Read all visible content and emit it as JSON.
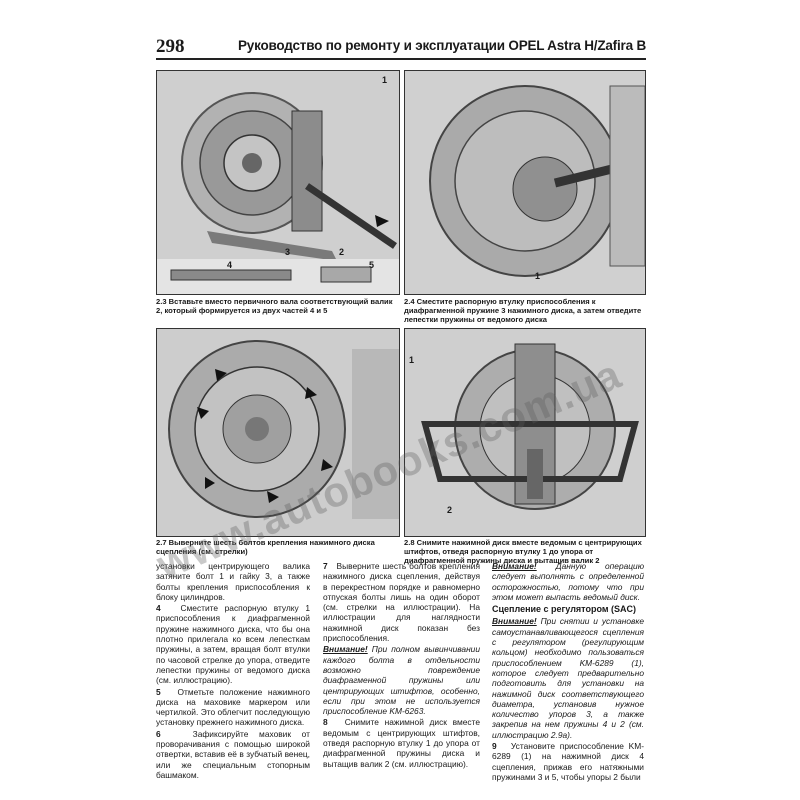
{
  "header": {
    "page_number": "298",
    "title": "Руководство по ремонту и эксплуатации OPEL Astra H/Zafira B"
  },
  "figures": {
    "f1": {
      "labels": [
        "1",
        "2",
        "3",
        "4",
        "5"
      ]
    },
    "f2": {
      "labels": [
        "1"
      ]
    },
    "f3": {
      "labels": []
    },
    "f4": {
      "labels": [
        "1",
        "2"
      ]
    }
  },
  "captions": {
    "c23": "2.3 Вставьте вместо первичного вала соответствующий валик 2, который формируется из двух частей 4 и 5",
    "c24": "2.4 Сместите распорную втулку приспособления к диафрагменной пружине 3 нажимного диска, а затем отведите лепестки пружины от ведомого диска",
    "c27": "2.7 Выверните шесть болтов крепления нажимного диска сцепления (см. стрелки)",
    "c28": "2.8 Снимите нажимной диск вместе ведомым с центрирующих штифтов, отведя распорную втулку 1 до упора от диафрагменной пружины диска и вытащив валик 2"
  },
  "col1": {
    "p1": "установки центрирующего валика затяните болт 1 и гайку 3, а также болты крепления приспособления к блоку цилиндров.",
    "p2_num": "4",
    "p2": "Сместите распорную втулку 1 приспособления к диафрагменной пружине нажимного диска, что бы она плотно прилегала ко всем лепесткам пружины, а затем, вращая болт втулки по часовой стрелке до упора, отведите лепестки пружины от ведомого диска (см. иллюстрацию).",
    "p3_num": "5",
    "p3": "Отметьте положение нажимного диска на маховике маркером или чертилкой. Это облегчит последующую установку прежнего нажимного диска.",
    "p4_num": "6",
    "p4": "Зафиксируйте маховик от проворачивания с помощью широкой отвертки, вставив её в зубчатый венец, или же специальным стопорным башмаком."
  },
  "col2": {
    "p1_num": "7",
    "p1": "Выверните шесть болтов крепления нажимного диска сцепления, действуя в перекрестном порядке и равномерно отпуская болты лишь на один оборот (см. стрелки на иллюстрации). На иллюстрации для наглядности нажимной диск показан без приспособления.",
    "w_label": "Внимание!",
    "w_text": "При полном вывинчивании каждого болта в отдельности возможно повреждение диафрагменной пружины или центрирующих штифтов, особенно, если при этом не используется приспособление KM-6263.",
    "p2_num": "8",
    "p2": "Снимите нажимной диск вместе ведомым с центрирующих штифтов, отведя распорную втулку 1 до упора от диафрагменной пружины диска и вытащив валик 2 (см. иллюстрацию)."
  },
  "col3": {
    "w1_label": "Внимание!",
    "w1_text": "Данную операцию следует выполнять с определенной осторожностью, потому что при этом может выпасть ведомый диск.",
    "heading": "Сцепление с регулятором (SAC)",
    "w2_label": "Внимание!",
    "w2_text": "При снятии и установке самоустанавливающегося сцепления с регулятором (регулирующим кольцом) необходимо пользоваться приспособлением KM-6289 (1), которое следует предварительно подготовить для установки на нажимной диск соответствующего диаметра, установив нужное количество упоров 3, а также закрепив на нем пружины 4 и 2 (см. иллюстрацию 2.9а).",
    "p1_num": "9",
    "p1": "Установите приспособление KM-6289 (1) на нажимной диск 4 сцепления, прижав его натяжными пружинами 3 и 5, чтобы упоры 2 были"
  },
  "watermarks": [
    "www.autobooks.com.ua"
  ]
}
